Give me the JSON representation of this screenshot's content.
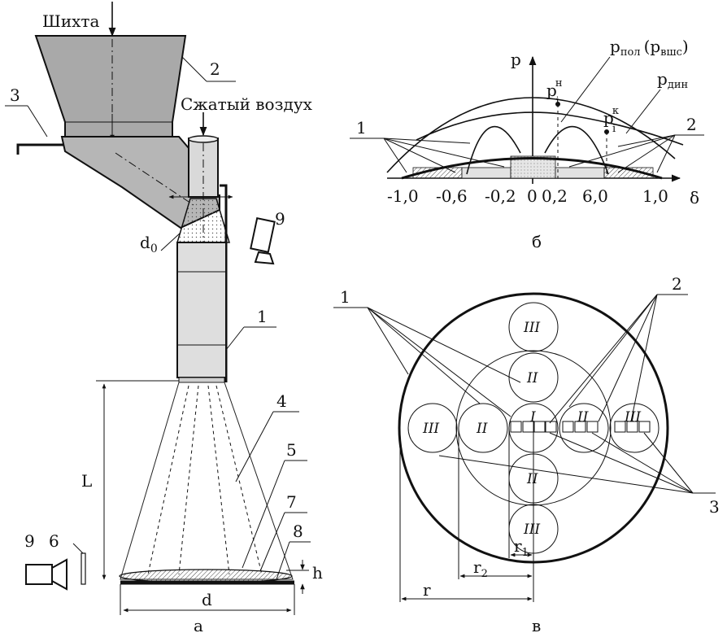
{
  "figure_a": {
    "feed_label": "Шихта",
    "air_label": "Сжатый воздух",
    "nozzle_label": "d",
    "nozzle_sub": "0",
    "length_label": "L",
    "diameter_label": "d",
    "height_label": "h",
    "caption": "а",
    "callouts": [
      "1",
      "2",
      "3",
      "4",
      "5",
      "6",
      "7",
      "8",
      "9",
      "9"
    ]
  },
  "figure_b": {
    "y_axis": "p",
    "x_axis": "δ",
    "curve_full": "p",
    "curve_full_sub": "пол",
    "curve_full_paren": "(p",
    "curve_full_paren_sub": "вшс",
    "curve_full_close": ")",
    "curve_dyn": "p",
    "curve_dyn_sub": "дин",
    "point_start": "p",
    "point_start_sub": "i",
    "point_start_sup": "н",
    "point_end": "p",
    "point_end_sub": "i",
    "point_end_sup": "к",
    "ticks": [
      "-1,0",
      "-0,6",
      "-0,2",
      "0",
      "0,2",
      "6,0",
      "1,0"
    ],
    "callouts": [
      "1",
      "2"
    ],
    "caption": "б"
  },
  "figure_v": {
    "zones": [
      "III",
      "II",
      "I",
      "II",
      "III",
      "III",
      "II",
      "II",
      "III"
    ],
    "radius_1": "r",
    "radius_1_sub": "1",
    "radius_2": "r",
    "radius_2_sub": "2",
    "radius": "r",
    "callouts": [
      "1",
      "2",
      "3"
    ],
    "caption": "в"
  }
}
